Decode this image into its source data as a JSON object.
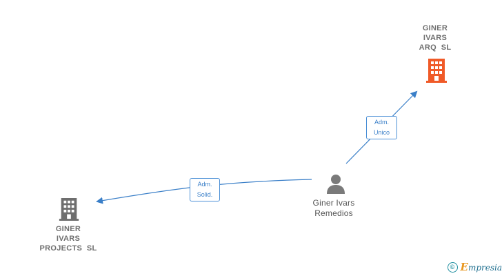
{
  "nodes": {
    "company_top": {
      "lines": [
        "GINER",
        "IVARS",
        "ARQ  SL"
      ],
      "color": "#f05a28",
      "icon": "building-icon"
    },
    "company_left": {
      "lines": [
        "GINER",
        "IVARS",
        "PROJECTS  SL"
      ],
      "color": "#6e6e6e",
      "icon": "building-icon"
    },
    "person": {
      "lines": [
        "Giner Ivars",
        "Remedios"
      ],
      "color": "#6e6e6e",
      "icon": "person-icon"
    }
  },
  "relations": {
    "to_top": {
      "lines": [
        "Adm.",
        "Unico"
      ]
    },
    "to_left": {
      "lines": [
        "Adm.",
        "Solid."
      ]
    }
  },
  "edge_color": "#3a7fc8",
  "footer": {
    "copyright_symbol": "©",
    "brand_first": "E",
    "brand_rest": "mpresia"
  }
}
